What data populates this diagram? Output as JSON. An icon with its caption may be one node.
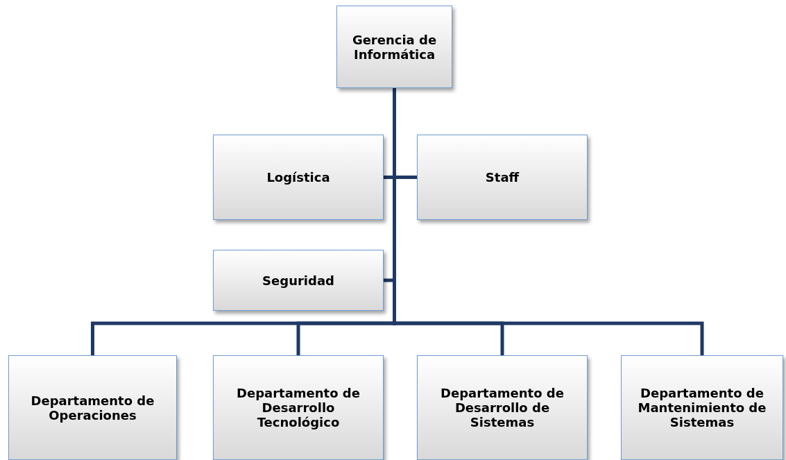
{
  "diagram": {
    "nodes": [
      {
        "text": [
          "Gerencia de Informática"
        ]
      },
      {
        "text": [
          "Logística"
        ]
      },
      {
        "text": [
          "Staff"
        ]
      },
      {
        "text": [
          "Seguridad"
        ]
      },
      {
        "text": [
          "Departamento de Operaciones"
        ]
      },
      {
        "text": [
          "Departamento de Desarrollo Tecnológico"
        ]
      },
      {
        "text": [
          "Departamento de Desarrollo de Sistemas"
        ]
      },
      {
        "text": [
          "Departamento de Mantenimiento de Sistemas"
        ]
      }
    ],
    "edges": [
      {
        "from": 0,
        "to": 1,
        "arrow": "none"
      },
      {
        "from": 0,
        "to": 2,
        "arrow": "none"
      },
      {
        "from": 0,
        "to": 3,
        "arrow": "none"
      },
      {
        "from": 0,
        "to": 4,
        "arrow": "none"
      },
      {
        "from": 0,
        "to": 5,
        "arrow": "none"
      },
      {
        "from": 0,
        "to": 6,
        "arrow": "none"
      },
      {
        "from": 0,
        "to": 7,
        "arrow": "none"
      }
    ]
  }
}
